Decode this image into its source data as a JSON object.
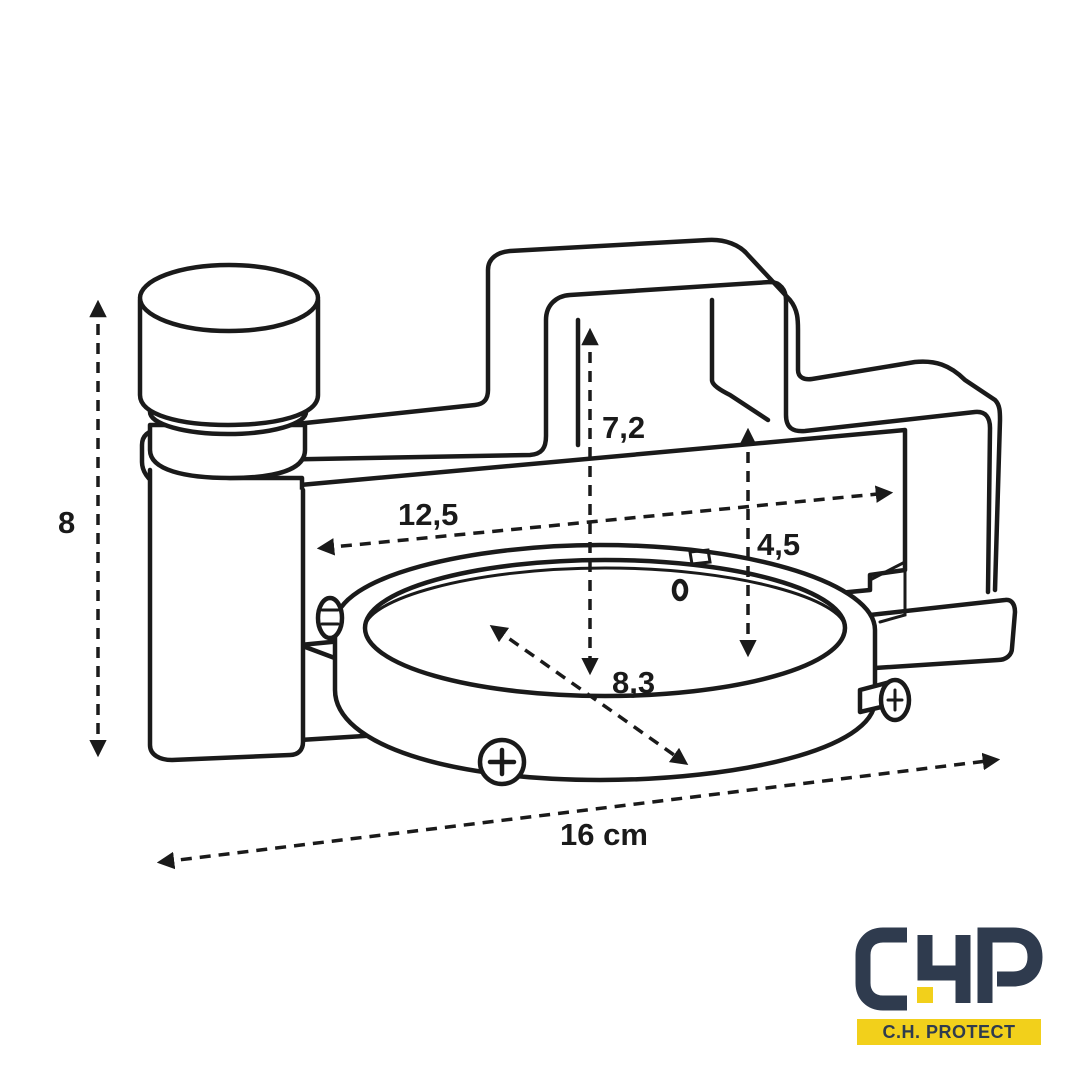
{
  "dimensions": {
    "height": "8",
    "inner_height": "7,2",
    "inner_width": "12,5",
    "clamp_height": "4,5",
    "ring_diameter": "8,3",
    "total_width": "16 cm"
  },
  "logo": {
    "mark": "CHP",
    "tagline": "C.H. PROTECT",
    "colors": {
      "navy": "#2f3b4e",
      "yellow": "#f2d01b"
    }
  }
}
